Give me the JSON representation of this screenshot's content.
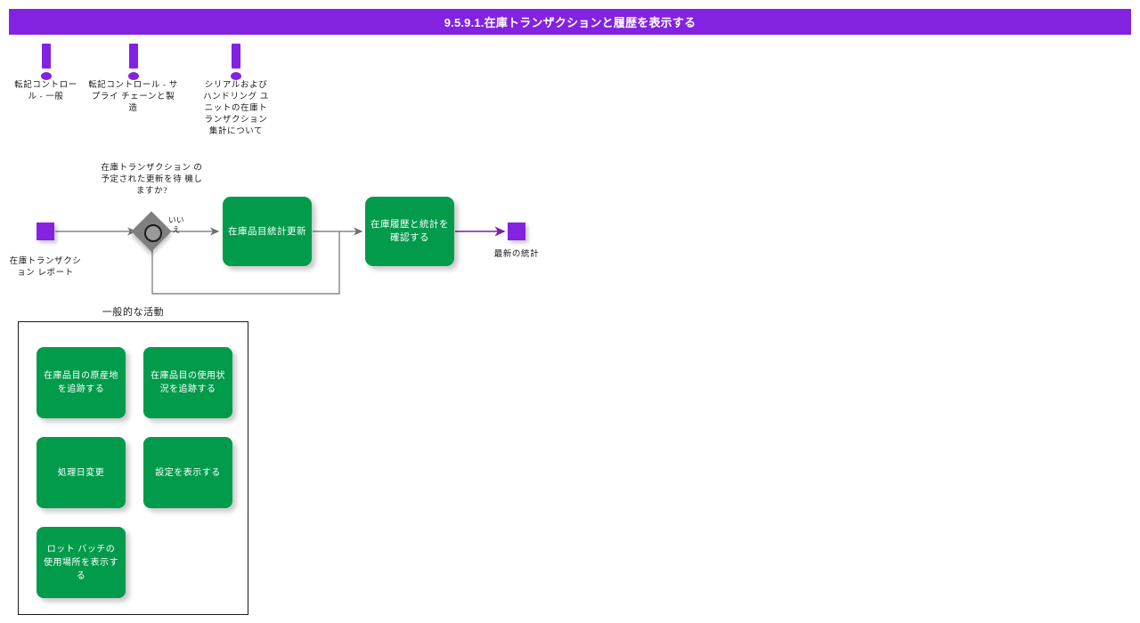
{
  "titlebar": {
    "title": "9.5.9.1.在庫トランザクションと履歴を表示する",
    "background": "#8322e0",
    "text_color": "#ffffff"
  },
  "colors": {
    "accent_purple": "#8322e0",
    "process_green": "#019b4b",
    "decision_gray": "#7f7f7f",
    "line_gray": "#707070",
    "line_purple": "#7b1fa2"
  },
  "warnings": [
    {
      "icon": "exclamation-icon",
      "label": "転記コントロール - 一般"
    },
    {
      "icon": "exclamation-icon",
      "label": "転記コントロール - サプライ チェーンと製造"
    },
    {
      "icon": "exclamation-icon",
      "label": "シリアルおよびハンドリング ユニットの在庫トランザクション集計について"
    }
  ],
  "flow": {
    "start": {
      "shape": "square",
      "label": "在庫トランザクション レポート",
      "color": "#8322e0"
    },
    "decision": {
      "shape": "diamond",
      "question": "在庫トランザクション の予定された更新を待 機しますか?",
      "branch_label": "いいえ"
    },
    "steps": [
      {
        "shape": "rounded-rect",
        "label": "在庫品目統計更新",
        "color": "#019b4b"
      },
      {
        "shape": "rounded-rect",
        "label": "在庫履歴と統計を確認する",
        "color": "#019b4b"
      }
    ],
    "end": {
      "shape": "square",
      "label": "最新の統計",
      "color": "#8322e0"
    }
  },
  "common_activities": {
    "title": "一般的な活動",
    "items": [
      {
        "label": "在庫品目の原産地を追跡する"
      },
      {
        "label": "在庫品目の使用状況を追跡する"
      },
      {
        "label": "処理日変更"
      },
      {
        "label": "設定を表示する"
      },
      {
        "label": "ロット バッチの使用場所を表示する"
      }
    ]
  }
}
